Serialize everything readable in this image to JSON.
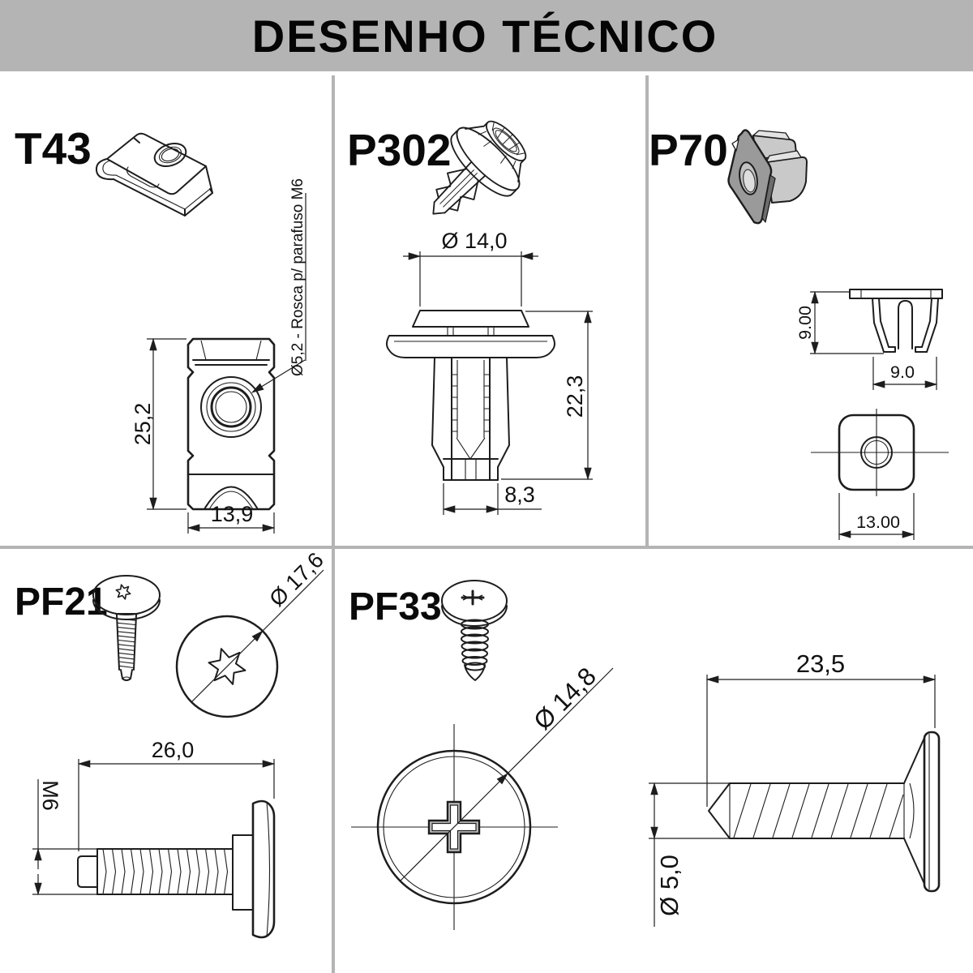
{
  "header": {
    "title": "DESENHO TÉCNICO"
  },
  "parts": {
    "t43": {
      "label": "T43",
      "height": "25,2",
      "width": "13,9",
      "note": "Ø5,2 - Rosca p/ parafuso M6"
    },
    "p302": {
      "label": "P302",
      "head_diameter": "Ø 14,0",
      "length": "22,3",
      "tip_width": "8,3"
    },
    "p70": {
      "label": "P70",
      "clip_height": "9.00",
      "clip_width": "9.0",
      "body_width": "13.00"
    },
    "pf21": {
      "label": "PF21",
      "head_diameter": "Ø 17,6",
      "length": "26,0",
      "thread": "M6"
    },
    "pf33": {
      "label": "PF33",
      "head_diameter": "Ø 14,8",
      "length": "23,5",
      "shank_diameter": "Ø 5,0"
    }
  },
  "colors": {
    "banner_bg": "#b4b4b4",
    "divider": "#b4b4b4",
    "line": "#1d1d1d"
  }
}
